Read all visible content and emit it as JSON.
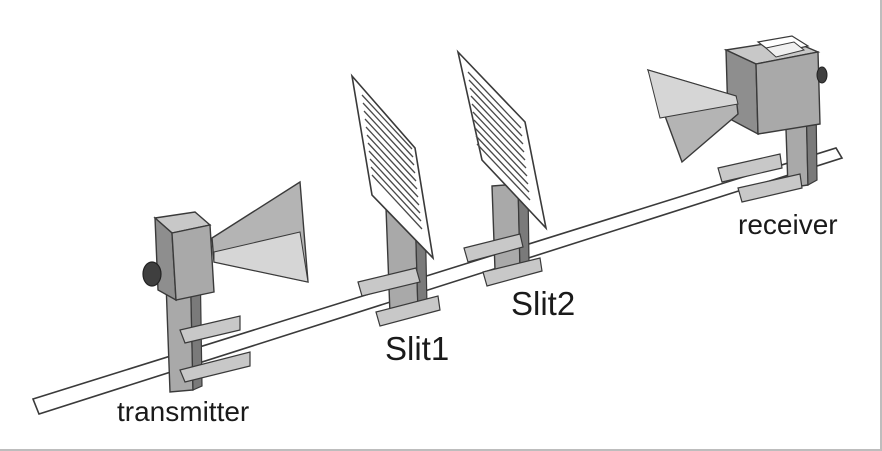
{
  "labels": {
    "transmitter": "transmitter",
    "slit1": "Slit1",
    "slit2": "Slit2",
    "receiver": "receiver"
  },
  "colors": {
    "metal": "#a9a9a9",
    "metal_dark": "#6f6f6f",
    "metal_light": "#c8c8c8",
    "horn": "#b4b4b4",
    "horn_light": "#d6d6d6",
    "outline": "#3a3a3a",
    "screen": "#ffffff",
    "slit_lines": "#4a4a4a"
  },
  "icons": {
    "transmitter": "transmitter-horn-icon",
    "receiver": "receiver-horn-icon",
    "slit_screen": "slit-screen-icon"
  }
}
